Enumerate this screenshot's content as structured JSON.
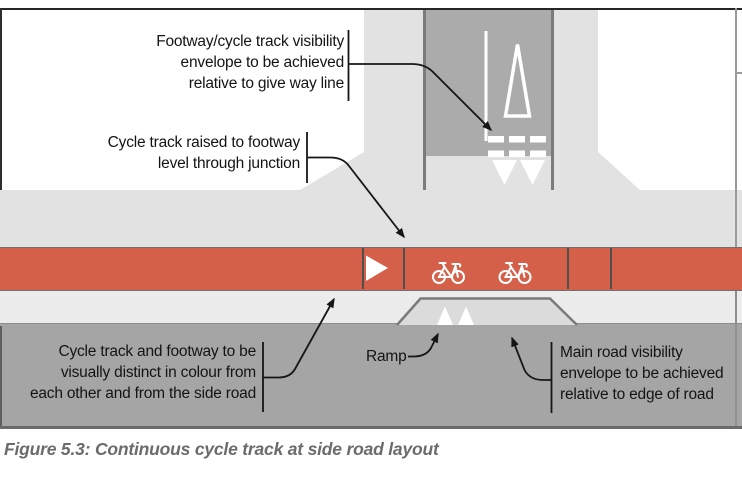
{
  "figure": {
    "caption": "Figure 5.3: Continuous cycle track at side road layout",
    "annotations": {
      "footway_visibility": {
        "lines": [
          "Footway/cycle track visibility",
          "envelope to be achieved",
          "relative to give way line"
        ]
      },
      "cycle_raised": {
        "lines": [
          "Cycle track raised to footway",
          "level through junction"
        ]
      },
      "visually_distinct": {
        "lines": [
          "Cycle track and footway to be",
          "visually distinct in colour from",
          "each other and from the side road"
        ]
      },
      "ramp": {
        "label": "Ramp"
      },
      "main_road_visibility": {
        "lines": [
          "Main road visibility",
          "envelope to be achieved",
          "relative to edge of road"
        ]
      }
    },
    "icons": {
      "cycle_symbols": "cycle-symbol-icon",
      "direction_arrow": "direction-arrow-icon",
      "give_way_triangle": "give-way-triangle-icon",
      "give_way_line": "give-way-dashed-line",
      "ramp_chevrons": "ramp-triangle-icons"
    },
    "colors": {
      "cycle_track_red": "#D5604A",
      "footway_white": "#FFFFFF",
      "light_surface_gray": "#E2E2E3",
      "side_road_gray": "#ABABAB",
      "main_road_gray": "#A5A5A5",
      "ramp_fill_gray": "#DBDBDB",
      "marking_white": "#FFFFFF",
      "leader_line_black": "#161616",
      "caption_gray": "#6B6B6B"
    }
  }
}
